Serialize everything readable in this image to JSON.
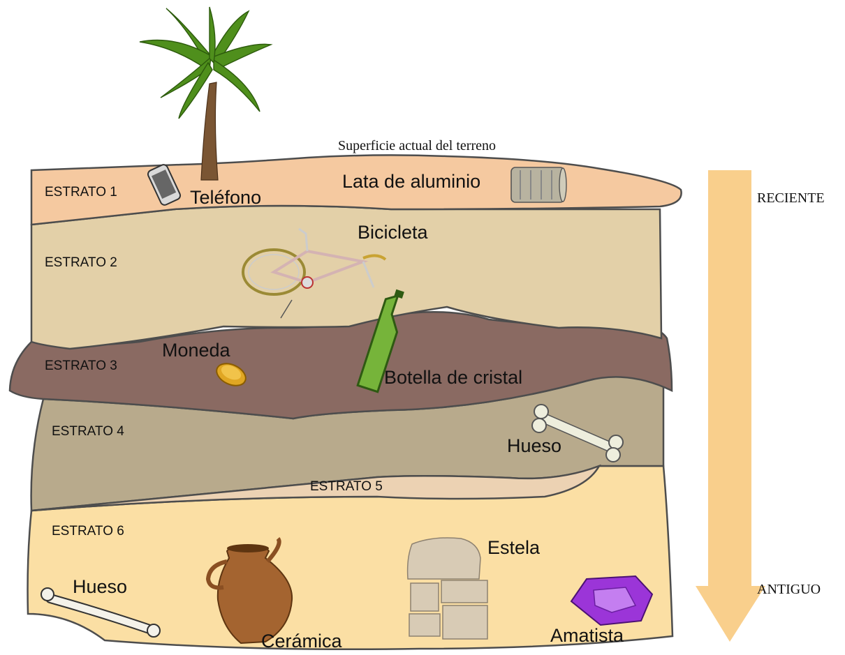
{
  "surface_label": "Superficie actual del terreno",
  "strata": [
    {
      "label": "ESTRATO 1",
      "color": "#f5c9a0"
    },
    {
      "label": "ESTRATO 2",
      "color": "#e3d0a8"
    },
    {
      "label": "ESTRATO 3",
      "color": "#8a6a62"
    },
    {
      "label": "ESTRATO 4",
      "color": "#b8aa8c"
    },
    {
      "label": "ESTRATO 5",
      "color": "#ecd2b3"
    },
    {
      "label": "ESTRATO 6",
      "color": "#fbdfa4"
    }
  ],
  "objects": {
    "telefono": "Teléfono",
    "lata": "Lata de aluminio",
    "bicicleta": "Bicicleta",
    "moneda": "Moneda",
    "botella": "Botella de cristal",
    "hueso_4": "Hueso",
    "hueso_6": "Hueso",
    "estela": "Estela",
    "ceramica": "Cerámica",
    "amatista": "Amatista"
  },
  "timeline": {
    "recent": "RECIENTE",
    "old": "ANTIGUO",
    "arrow_color": "#f9cf8c"
  }
}
